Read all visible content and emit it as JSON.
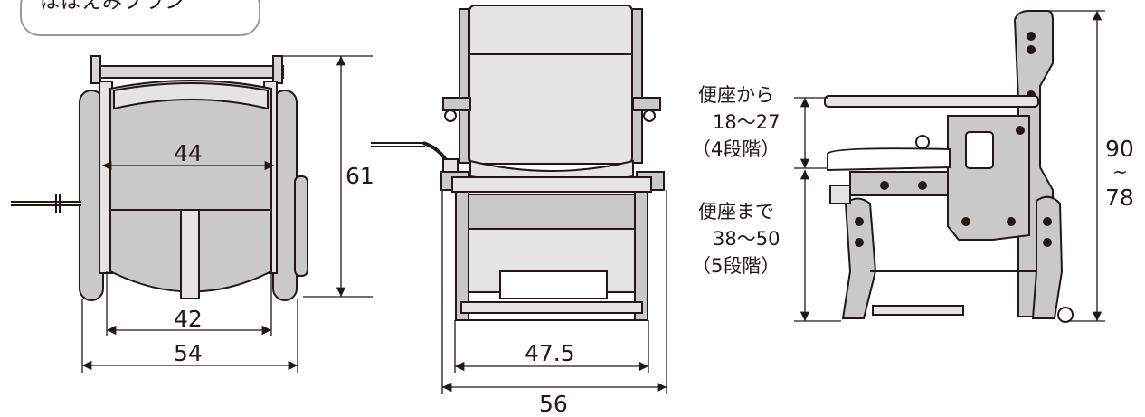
{
  "badge": {
    "text": "ほほえみプラン"
  },
  "dimensions": {
    "top_inner_width": "44",
    "top_depth": "61",
    "top_seat_width": "42",
    "top_overall_width": "54",
    "front_inner_width": "47.5",
    "front_overall_width": "56",
    "side_height_top": "90",
    "side_height_tilde": "~",
    "side_height_bottom": "78"
  },
  "annotations": {
    "armrest": [
      "便座から",
      "18～27",
      "（4段階）"
    ],
    "seat": [
      "便座まで",
      "38～50",
      "（5段階）"
    ]
  },
  "colors": {
    "frame": "#231815",
    "panel": "#c9c9c9",
    "panel_light": "#e4e4e4",
    "dim_line": "#231815"
  }
}
